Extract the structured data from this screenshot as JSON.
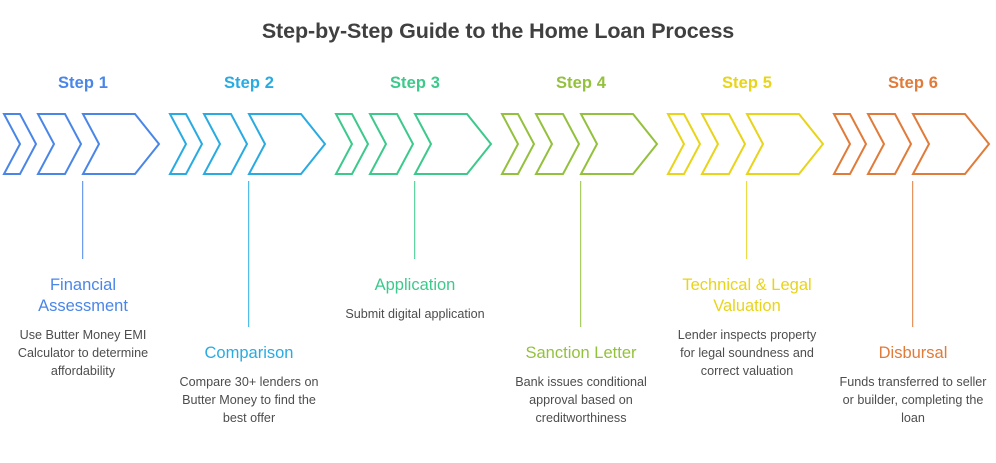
{
  "header": {
    "title": "Step-by-Step Guide to the Home Loan Process"
  },
  "diagram": {
    "type": "process-flow",
    "orientation": "horizontal",
    "step_count": 6,
    "arrow_style": "outlined-chevrons",
    "chevrons_per_step": 3,
    "stagger": "alternating",
    "background_color": "#ffffff",
    "title_color": "#404040",
    "description_color": "#4d4d4d"
  },
  "steps": [
    {
      "label": "Step 1",
      "heading": "Financial Assessment",
      "description": "Use Butter Money EMI Calculator to determine affordability",
      "color": "#4a86e8",
      "offset": "short"
    },
    {
      "label": "Step 2",
      "heading": "Comparison",
      "description": "Compare 30+ lenders on Butter Money to find the best offer",
      "color": "#29abe2",
      "offset": "long"
    },
    {
      "label": "Step 3",
      "heading": "Application",
      "description": "Submit digital application",
      "color": "#3cc98b",
      "offset": "short"
    },
    {
      "label": "Step 4",
      "heading": "Sanction Letter",
      "description": "Bank issues conditional approval based on creditworthiness",
      "color": "#94c13d",
      "offset": "long"
    },
    {
      "label": "Step 5",
      "heading": "Technical & Legal Valuation",
      "description": "Lender inspects property for legal soundness and correct valuation",
      "color": "#e8d41a",
      "offset": "short"
    },
    {
      "label": "Step 6",
      "heading": "Disbursal",
      "description": "Funds transferred to seller or builder, completing the loan",
      "color": "#e07b39",
      "offset": "long"
    }
  ]
}
